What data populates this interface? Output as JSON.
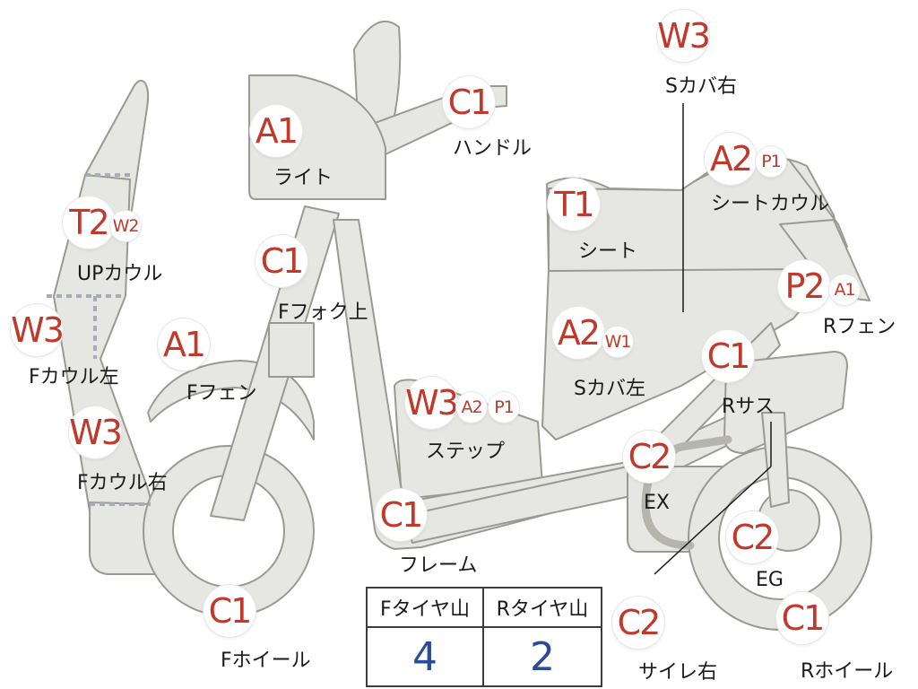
{
  "colors": {
    "body": "#e6e7e2",
    "outline": "#9a9a92",
    "dot": "#a7acb6",
    "badge_text": "#c0392b",
    "value_blue": "#2a4a9a"
  },
  "parts": [
    {
      "id": "light",
      "label": "ライト",
      "badges": [
        "A1"
      ]
    },
    {
      "id": "handle",
      "label": "ハンドル",
      "badges": [
        "C1"
      ]
    },
    {
      "id": "s-cover-right",
      "label": "Sカバ右",
      "badges": [
        "W3"
      ]
    },
    {
      "id": "seat-cowl",
      "label": "シートカウル",
      "badges": [
        "A2",
        "P1"
      ]
    },
    {
      "id": "seat",
      "label": "シート",
      "badges": [
        "T1"
      ]
    },
    {
      "id": "up-cowl",
      "label": "UPカウル",
      "badges": [
        "T2",
        "W2"
      ]
    },
    {
      "id": "f-fork-upper",
      "label": "Fフォク上",
      "badges": [
        "C1"
      ]
    },
    {
      "id": "r-fender",
      "label": "Rフェン",
      "badges": [
        "P2",
        "A1"
      ]
    },
    {
      "id": "f-cowl-left",
      "label": "Fカウル左",
      "badges": [
        "W3"
      ]
    },
    {
      "id": "s-cover-left",
      "label": "Sカバ左",
      "badges": [
        "A2",
        "W1"
      ]
    },
    {
      "id": "f-fender",
      "label": "Fフェン",
      "badges": [
        "A1"
      ]
    },
    {
      "id": "r-sus",
      "label": "Rサス",
      "badges": [
        "C1"
      ]
    },
    {
      "id": "step",
      "label": "ステップ",
      "badges": [
        "W3",
        "A2",
        "P1"
      ]
    },
    {
      "id": "f-cowl-right",
      "label": "Fカウル右",
      "badges": [
        "W3"
      ]
    },
    {
      "id": "ex",
      "label": "EX",
      "badges": [
        "C2"
      ]
    },
    {
      "id": "frame",
      "label": "フレーム",
      "badges": [
        "C1"
      ]
    },
    {
      "id": "eg",
      "label": "EG",
      "badges": [
        "C2"
      ]
    },
    {
      "id": "f-wheel",
      "label": "Fホイール",
      "badges": [
        "C1"
      ]
    },
    {
      "id": "r-wheel",
      "label": "Rホイール",
      "badges": [
        "C1"
      ]
    },
    {
      "id": "silencer-right",
      "label": "サイレ右",
      "badges": [
        "C2"
      ]
    }
  ],
  "tire_table": {
    "headers": [
      "Fタイヤ山",
      "Rタイヤ山"
    ],
    "values": [
      "4",
      "2"
    ]
  }
}
